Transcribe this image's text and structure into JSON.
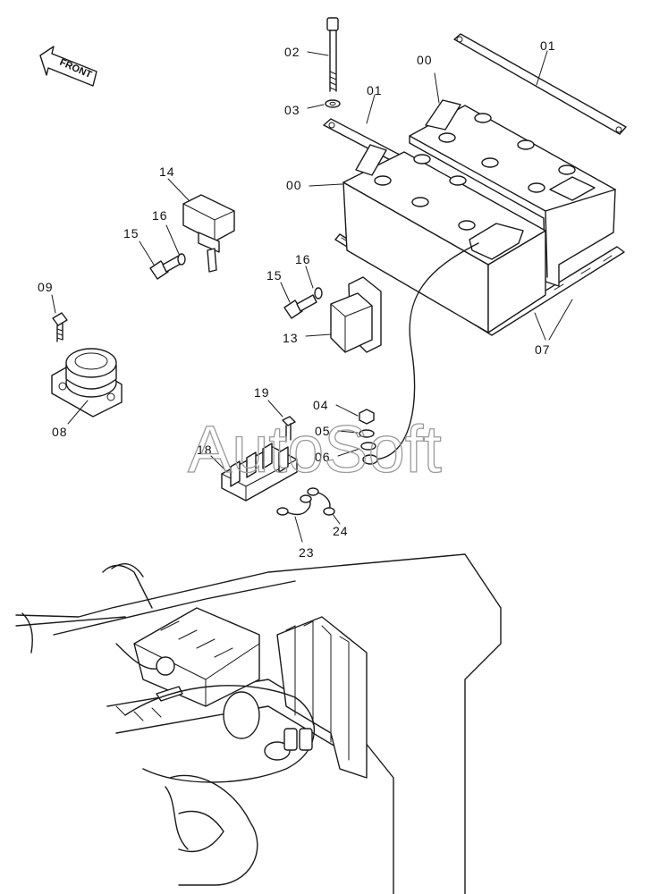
{
  "watermark": "AutoSoft",
  "front_label": "FRONT",
  "callouts": {
    "c02": "02",
    "c03": "03",
    "c01a": "01",
    "c01b": "01",
    "c00a": "00",
    "c00b": "00",
    "c14": "14",
    "c16a": "16",
    "c15a": "15",
    "c09": "09",
    "c08": "08",
    "c16b": "16",
    "c15b": "15",
    "c13": "13",
    "c07": "07",
    "c19": "19",
    "c04": "04",
    "c05": "05",
    "c06": "06",
    "c18": "18",
    "c24": "24",
    "c23": "23"
  }
}
